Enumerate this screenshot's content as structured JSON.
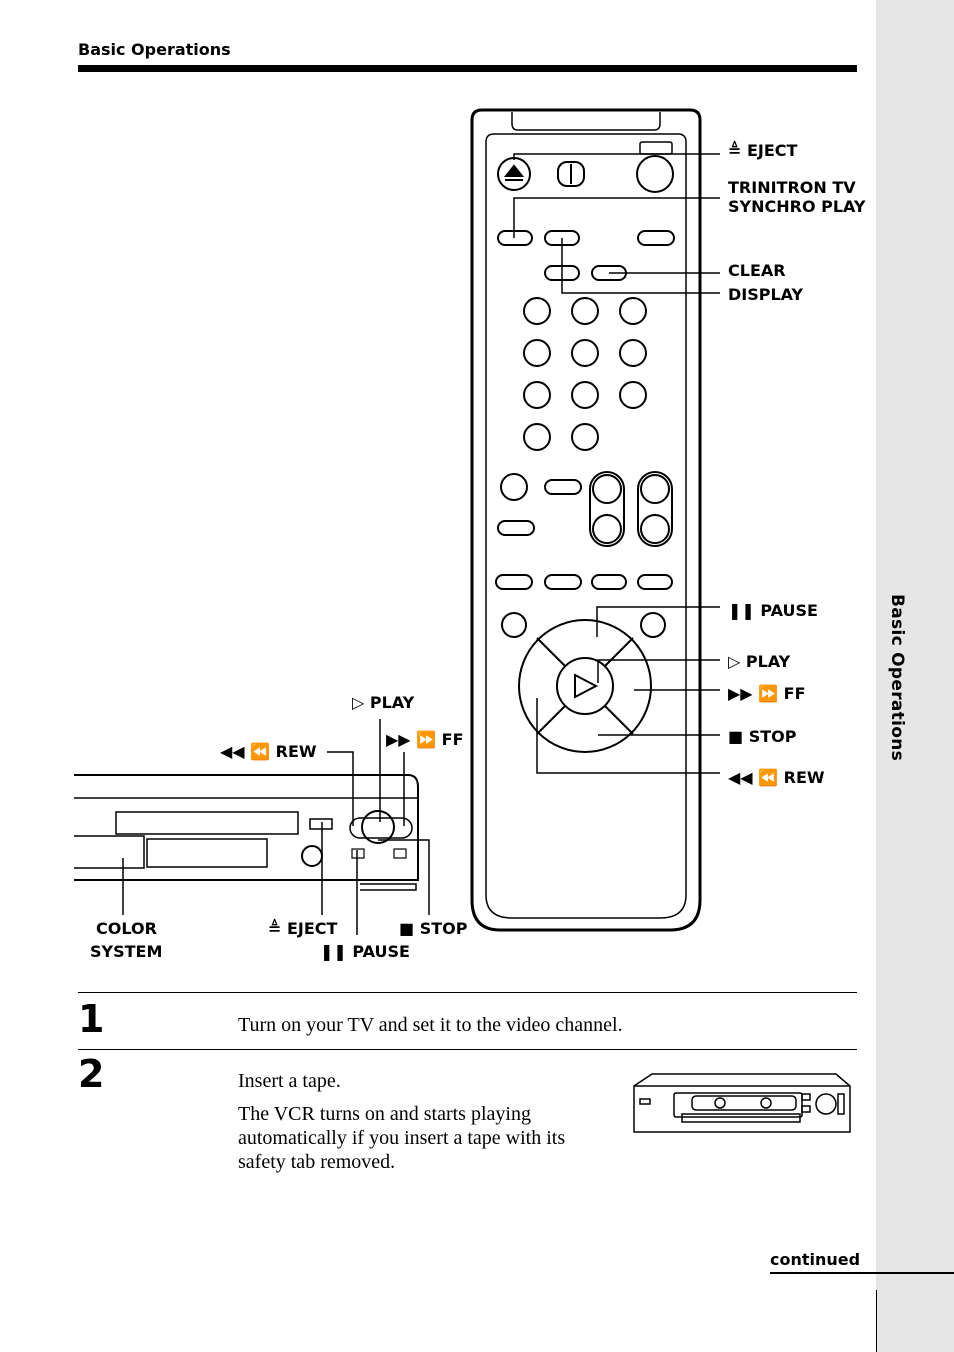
{
  "header": {
    "section": "Basic Operations"
  },
  "sidebar": {
    "label": "Basic Operations"
  },
  "remote_labels": {
    "eject": "≜ EJECT",
    "synchro_line1": "TRINITRON TV",
    "synchro_line2": "SYNCHRO PLAY",
    "clear": "CLEAR",
    "display": "DISPLAY",
    "pause": "❚❚ PAUSE",
    "play": "▷ PLAY",
    "ff": "▶▶ ⏩ FF",
    "stop": "■ STOP",
    "rew": "◀◀ ⏪ REW"
  },
  "vcr_labels": {
    "play": "▷ PLAY",
    "rew": "◀◀ ⏪ REW",
    "ff": "▶▶ ⏩ FF",
    "color_line1": "COLOR",
    "color_line2": "SYSTEM",
    "eject": "≜ EJECT",
    "stop": "■ STOP",
    "pause": "❚❚ PAUSE"
  },
  "steps": [
    {
      "number": "1",
      "text": "Turn on your TV and set it to the video channel."
    },
    {
      "number": "2",
      "text": "Insert a tape.",
      "detail_lines": [
        "The VCR turns on and starts playing",
        "automatically if you insert a tape with its",
        "safety tab removed."
      ]
    }
  ],
  "footer": {
    "continued": "continued"
  }
}
